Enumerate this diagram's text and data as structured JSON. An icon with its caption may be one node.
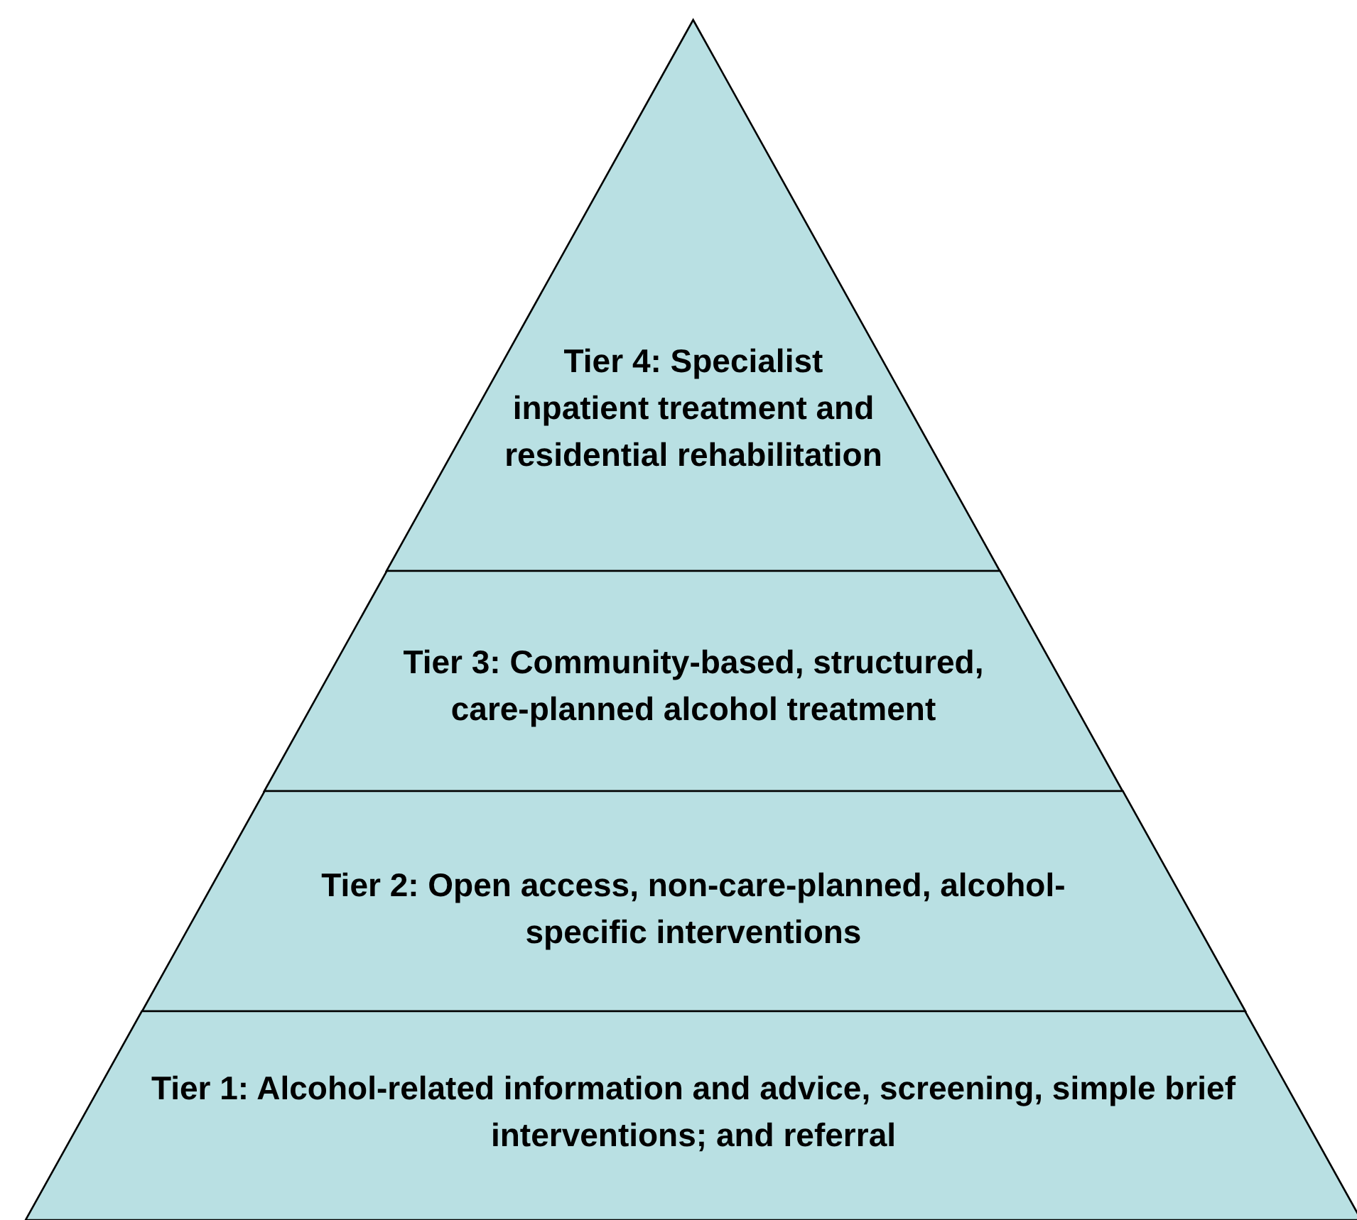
{
  "diagram": {
    "nodes": [
      {
        "text": [
          "Tier 4: Specialist inpatient treatment and residential rehabilitation"
        ]
      },
      {
        "text": [
          "Tier 3: Community-based, structured, care-planned alcohol treatment"
        ]
      },
      {
        "text": [
          "Tier 2: Open access, non-care-planned, alcohol-specific interventions"
        ]
      },
      {
        "text": [
          "Tier 1: Alcohol-related information and advice, screening, simple brief interventions; and referral"
        ]
      }
    ],
    "edges": []
  }
}
